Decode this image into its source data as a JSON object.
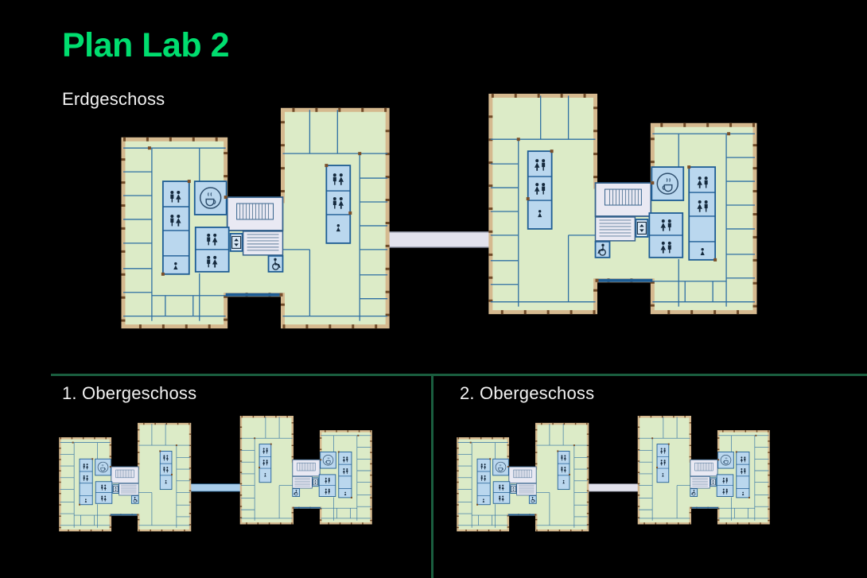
{
  "page": {
    "title": "Plan Lab 2",
    "background": "#000000"
  },
  "sections": [
    {
      "id": "erdgeschoss",
      "label": "Erdgeschoss",
      "bridge_color_name": "gray"
    },
    {
      "id": "obergeschoss-1",
      "label": "1. Obergeschoss",
      "bridge_color_name": "blue"
    },
    {
      "id": "obergeschoss-2",
      "label": "2. Obergeschoss",
      "bridge_color_name": "gray"
    }
  ],
  "colors": {
    "page-bg": "#000000",
    "accent-green": "#00DD6F",
    "divider-green": "#1A5E3F",
    "label-white": "#F2F2F2",
    "room-green": "#DCEBC7",
    "core-blue": "#BAD7EE",
    "wall-blue": "#2E6FA3",
    "wall-dark-blue": "#1D5C94",
    "facade-tan": "#D5B98F",
    "facade-tick-brown": "#6F4A28",
    "stair-gray": "#E9E9F3",
    "bridge-gray": "#E2E2EC",
    "bridge-blue": "#A9CDEA",
    "icon-dark": "#14293D"
  },
  "icons": {
    "wc-pair": "two-person restroom glyph",
    "wc-single": "single-person toilet glyph",
    "coffee": "cup-in-circle cafeteria glyph",
    "wheelchair": "accessible-wc glyph",
    "elevator": "up-down-arrow lift glyph",
    "stairs": "hatched stair-run glyph",
    "bridge": "building connector bar"
  }
}
